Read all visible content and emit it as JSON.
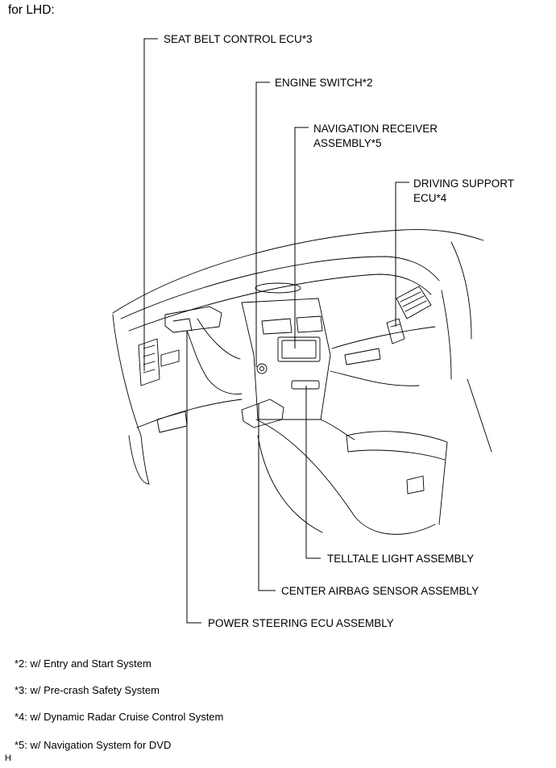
{
  "heading": "for LHD:",
  "callouts": {
    "seat_belt": "SEAT BELT CONTROL ECU*3",
    "engine_switch": "ENGINE SWITCH*2",
    "nav_line1": "NAVIGATION RECEIVER",
    "nav_line2": "ASSEMBLY*5",
    "driving_line1": "DRIVING SUPPORT",
    "driving_line2": "ECU*4",
    "telltale": "TELLTALE LIGHT ASSEMBLY",
    "center_airbag": "CENTER AIRBAG SENSOR ASSEMBLY",
    "power_steering": "POWER STEERING ECU ASSEMBLY"
  },
  "footnotes": [
    "*2: w/ Entry and Start System",
    "*3: w/ Pre-crash Safety System",
    "*4: w/ Dynamic Radar Cruise Control System",
    "*5: w/ Navigation System for DVD"
  ],
  "corner_mark": "H"
}
